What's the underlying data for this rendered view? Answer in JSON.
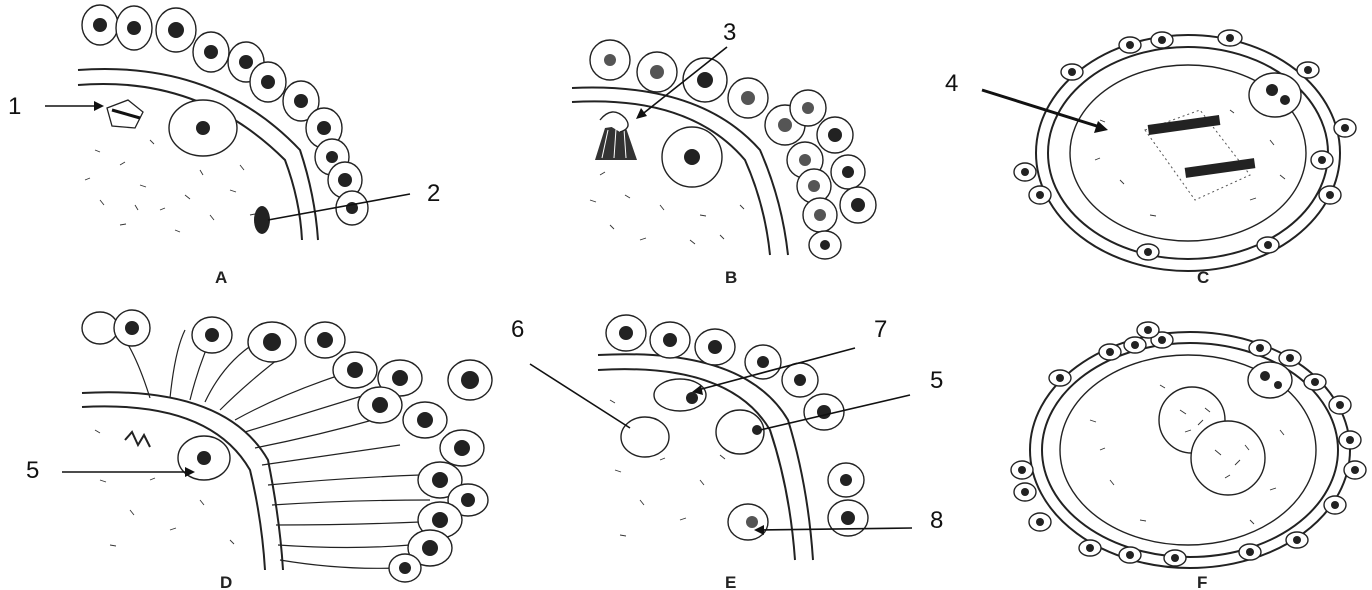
{
  "panels": [
    {
      "id": "A",
      "label": "A"
    },
    {
      "id": "B",
      "label": "B"
    },
    {
      "id": "C",
      "label": "C"
    },
    {
      "id": "D",
      "label": "D"
    },
    {
      "id": "E",
      "label": "E"
    },
    {
      "id": "F",
      "label": "F"
    }
  ],
  "markers": [
    {
      "id": "m1",
      "text": "1"
    },
    {
      "id": "m2",
      "text": "2"
    },
    {
      "id": "m3",
      "text": "3"
    },
    {
      "id": "m4",
      "text": "4"
    },
    {
      "id": "m5a",
      "text": "5"
    },
    {
      "id": "m5b",
      "text": "5"
    },
    {
      "id": "m6",
      "text": "6"
    },
    {
      "id": "m7",
      "text": "7"
    },
    {
      "id": "m8",
      "text": "8"
    }
  ]
}
